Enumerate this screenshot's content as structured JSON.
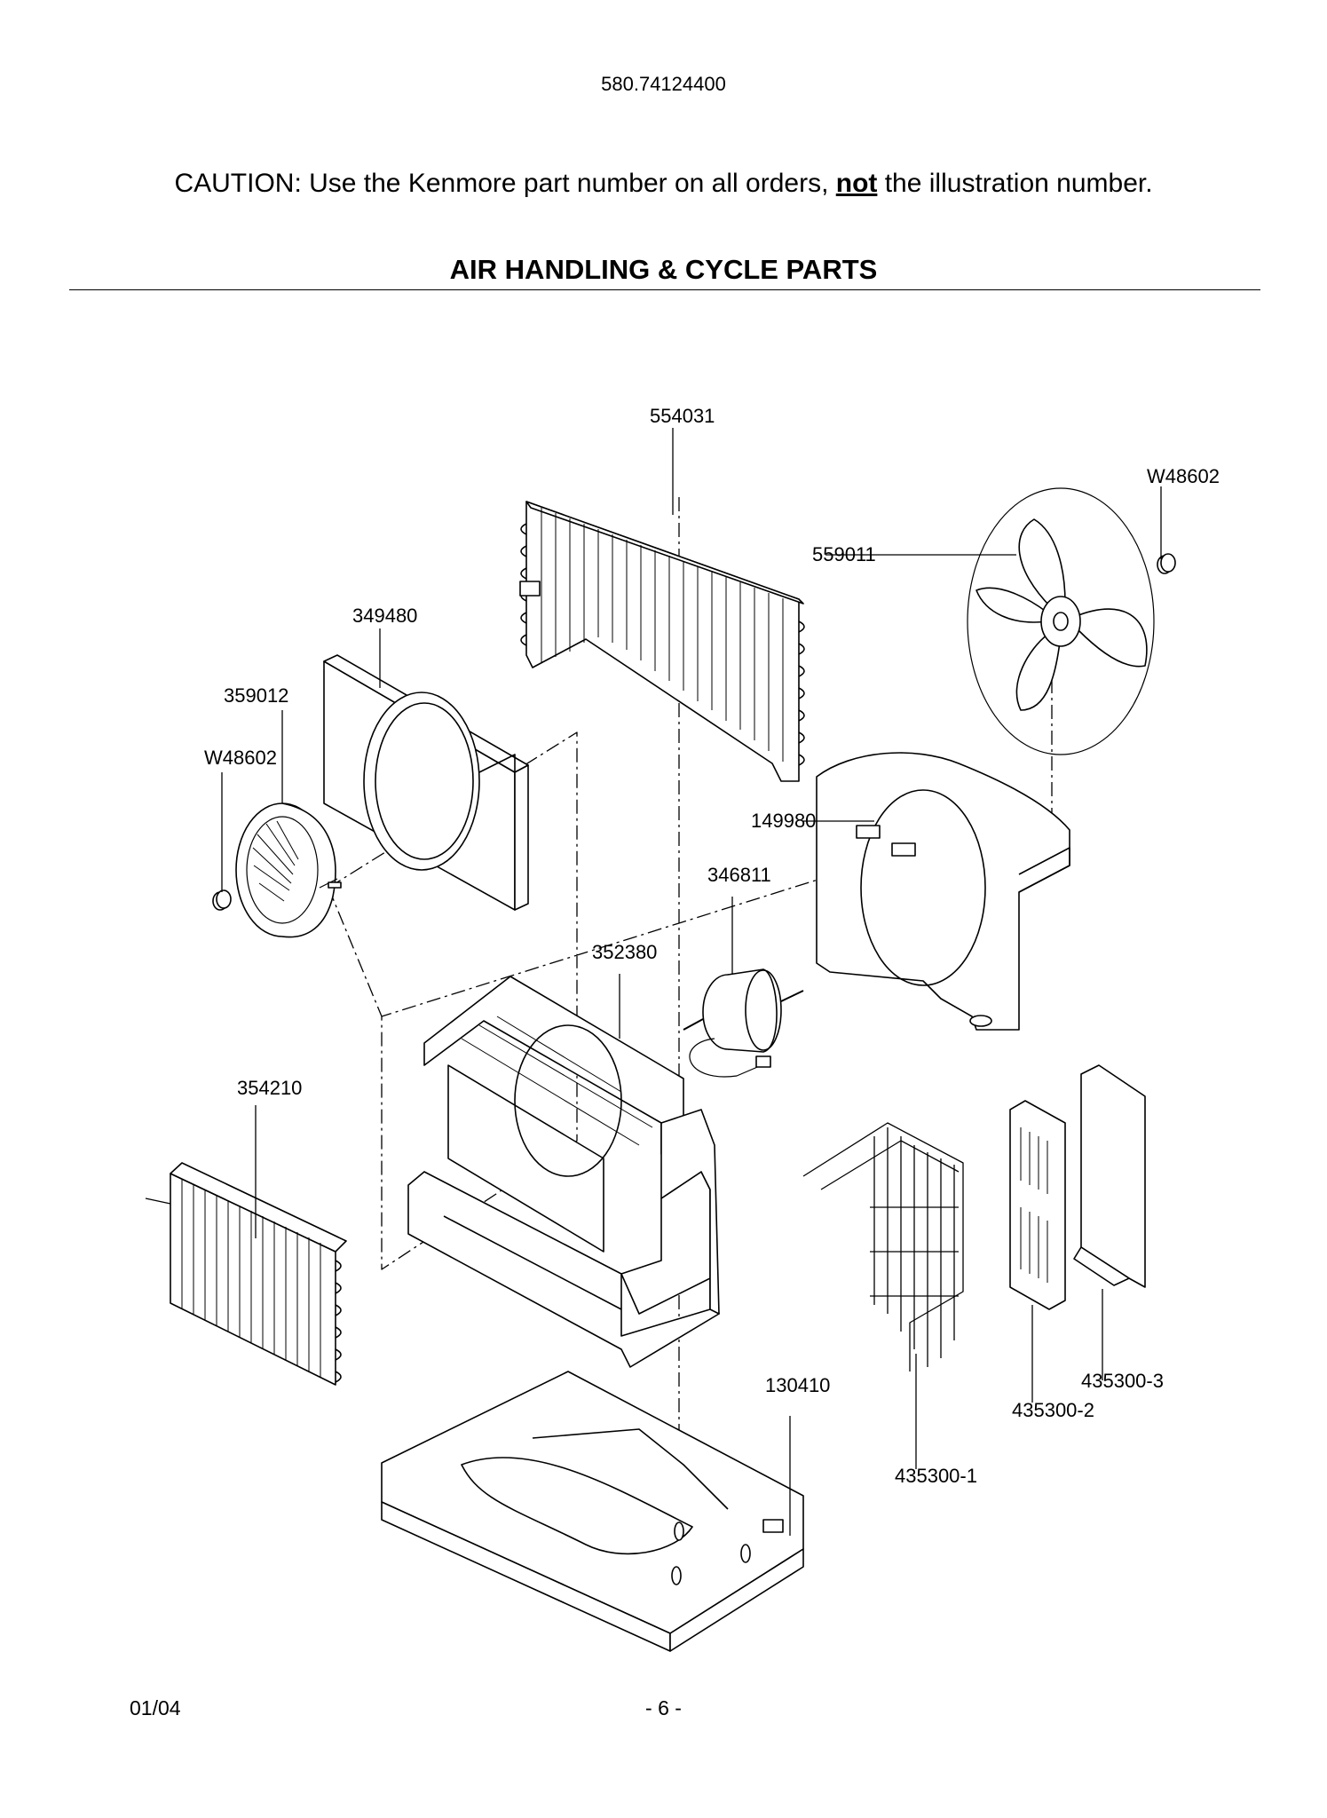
{
  "header": {
    "model_number": "580.74124400",
    "caution_prefix": "CAUTION: Use the Kenmore part number on all orders, ",
    "caution_emphasis": "not",
    "caution_suffix": " the illustration number.",
    "section_title": "AIR HANDLING & CYCLE PARTS"
  },
  "parts": [
    {
      "id": "p554031",
      "number": "554031"
    },
    {
      "id": "pW48602a",
      "number": "W48602"
    },
    {
      "id": "p559011",
      "number": "559011"
    },
    {
      "id": "p349480",
      "number": "349480"
    },
    {
      "id": "p359012",
      "number": "359012"
    },
    {
      "id": "pW48602b",
      "number": "W48602"
    },
    {
      "id": "p149980",
      "number": "149980"
    },
    {
      "id": "p346811",
      "number": "346811"
    },
    {
      "id": "p352380",
      "number": "352380"
    },
    {
      "id": "p354210",
      "number": "354210"
    },
    {
      "id": "p130410",
      "number": "130410"
    },
    {
      "id": "p435300_3",
      "number": "435300-3"
    },
    {
      "id": "p435300_2",
      "number": "435300-2"
    },
    {
      "id": "p435300_1",
      "number": "435300-1"
    }
  ],
  "footer": {
    "date": "01/04",
    "page": "- 6 -"
  }
}
